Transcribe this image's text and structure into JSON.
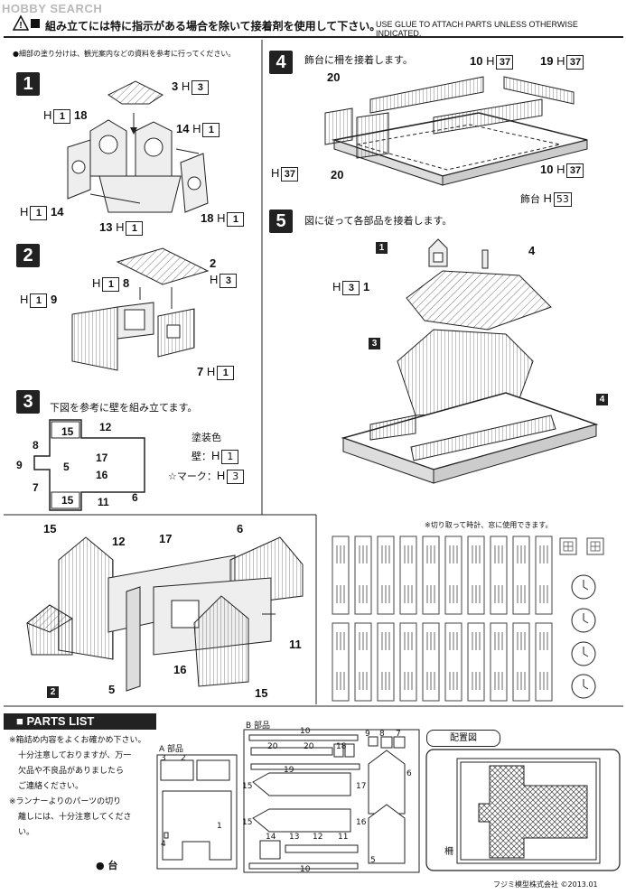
{
  "watermark": "HOBBY SEARCH",
  "header": {
    "jp": "組み立てには特に指示がある場合を除いて接着剤を使用して下さい。",
    "en": "USE GLUE TO ATTACH PARTS UNLESS OTHERWISE INDICATED."
  },
  "note_top": "●細部の塗り分けは、観光案内などの資料を参考に行ってください。",
  "steps": {
    "s1": "1",
    "s2": "2",
    "s3": "3",
    "s4": "4",
    "s5": "5",
    "s3_text": "下図を参考に壁を組み立てます。",
    "s4_text": "飾台に柵を接着します。",
    "s5_text": "図に従って各部品を接着します。"
  },
  "step1": {
    "p3": "3",
    "h3": "3",
    "p18": "18",
    "h18": "1",
    "p14": "14",
    "h14": "1",
    "p14b": "14",
    "h14b": "1",
    "p13": "13",
    "h13": "1",
    "p18b": "18",
    "h18b": "1"
  },
  "step2": {
    "p2": "2",
    "h2": "3",
    "p8": "8",
    "h8": "1",
    "p9": "9",
    "h9": "1",
    "p7": "7",
    "h7": "1"
  },
  "step3": {
    "n15a": "15",
    "n12": "12",
    "n8": "8",
    "n9": "9",
    "n5": "5",
    "n17": "17",
    "n16": "16",
    "n7": "7",
    "n15b": "15",
    "n11": "11",
    "n6": "6",
    "paint_title": "塗装色",
    "wall_label": "壁：",
    "wall_h": "1",
    "mark_label": "☆マーク：",
    "mark_h": "3"
  },
  "step4": {
    "p20a": "20",
    "p10a": "10",
    "h10a": "37",
    "p19": "19",
    "h19": "37",
    "h20": "37",
    "p20b": "20",
    "p10b": "10",
    "h10b": "37",
    "base": "飾台",
    "hbase": "53"
  },
  "step5": {
    "b1": "1",
    "p4": "4",
    "h1": "3",
    "p1": "1",
    "b3": "3",
    "b4": "4"
  },
  "assembly": {
    "n15": "15",
    "n12": "12",
    "n17": "17",
    "n6": "6",
    "n11": "11",
    "n16": "16",
    "n5": "5",
    "n15b": "15",
    "b2": "2"
  },
  "cutout_note": "※切り取って時計、窓に使用できます。",
  "parts_list": {
    "title": "PARTS LIST",
    "notes": [
      "※箱詰め内容をよくお確かめ下さい。",
      "十分注意しておりますが、万一",
      "欠品や不良品がありましたら",
      "ご連絡ください。",
      "※ランナーよりのパーツの切り",
      "離しには、十分注意してくださ",
      "い。"
    ],
    "base_label": "● 台",
    "a_label": "A 部品",
    "a_parts": [
      "3",
      "2",
      "1",
      "4"
    ],
    "b_label": "B 部品",
    "b_parts": [
      "10",
      "9",
      "8",
      "7",
      "20",
      "20",
      "18",
      "19",
      "6",
      "15",
      "17",
      "15",
      "16",
      "14",
      "13",
      "12",
      "11",
      "10",
      "5"
    ],
    "layout_label": "配置図",
    "fence_label": "柵"
  },
  "footer": "フジミ模型株式会社 ©2013.01"
}
